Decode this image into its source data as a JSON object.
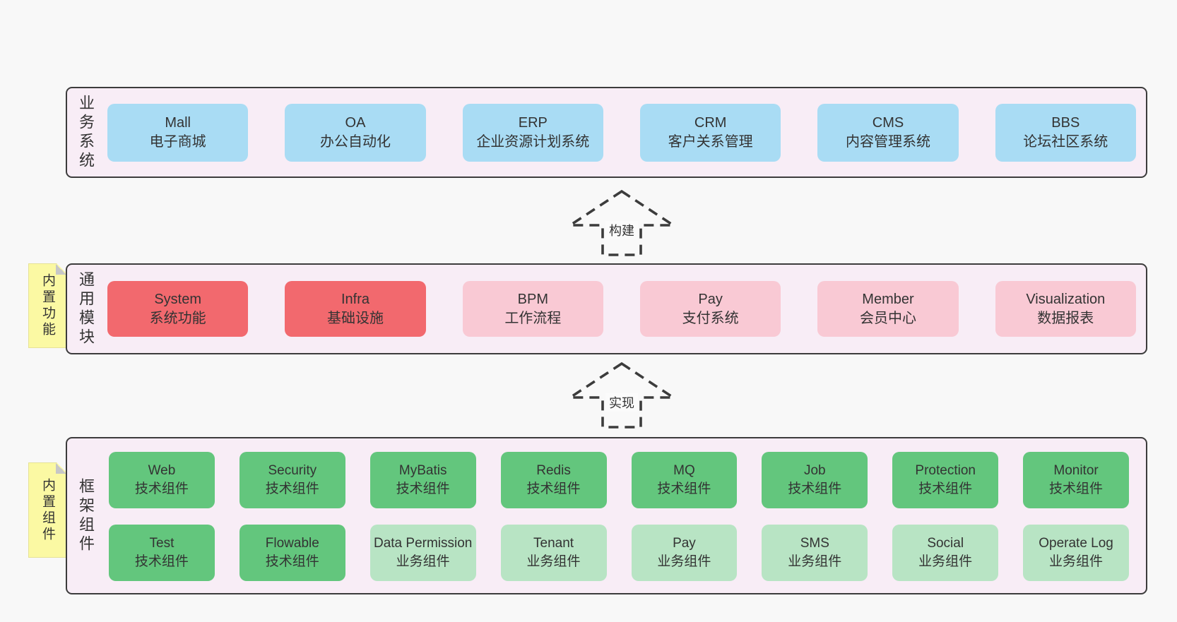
{
  "colors": {
    "blue": "#a9dcf4",
    "red": "#f2696e",
    "pink": "#f9c9d4",
    "green": "#63c67d",
    "greenLight": "#b8e4c4",
    "panelBg": "#f8edf6",
    "stickyBg": "#fbf9a3",
    "border": "#3c3c3c",
    "pageBg": "#f8f8f8"
  },
  "panels": {
    "business": {
      "label": "业务系统",
      "boxes": [
        {
          "title": "Mall",
          "subtitle": "电子商城",
          "variant": "blue"
        },
        {
          "title": "OA",
          "subtitle": "办公自动化",
          "variant": "blue"
        },
        {
          "title": "ERP",
          "subtitle": "企业资源计划系统",
          "variant": "blue"
        },
        {
          "title": "CRM",
          "subtitle": "客户关系管理",
          "variant": "blue"
        },
        {
          "title": "CMS",
          "subtitle": "内容管理系统",
          "variant": "blue"
        },
        {
          "title": "BBS",
          "subtitle": "论坛社区系统",
          "variant": "blue"
        }
      ]
    },
    "modules": {
      "label": "通用模块",
      "sticky": "内置功能",
      "boxes": [
        {
          "title": "System",
          "subtitle": "系统功能",
          "variant": "red"
        },
        {
          "title": "Infra",
          "subtitle": "基础设施",
          "variant": "red"
        },
        {
          "title": "BPM",
          "subtitle": "工作流程",
          "variant": "pink"
        },
        {
          "title": "Pay",
          "subtitle": "支付系统",
          "variant": "pink"
        },
        {
          "title": "Member",
          "subtitle": "会员中心",
          "variant": "pink"
        },
        {
          "title": "Visualization",
          "subtitle": "数据报表",
          "variant": "pink"
        }
      ]
    },
    "components": {
      "label": "框架组件",
      "sticky": "内置组件",
      "row1": [
        {
          "title": "Web",
          "subtitle": "技术组件",
          "variant": "green"
        },
        {
          "title": "Security",
          "subtitle": "技术组件",
          "variant": "green"
        },
        {
          "title": "MyBatis",
          "subtitle": "技术组件",
          "variant": "green"
        },
        {
          "title": "Redis",
          "subtitle": "技术组件",
          "variant": "green"
        },
        {
          "title": "MQ",
          "subtitle": "技术组件",
          "variant": "green"
        },
        {
          "title": "Job",
          "subtitle": "技术组件",
          "variant": "green"
        },
        {
          "title": "Protection",
          "subtitle": "技术组件",
          "variant": "green"
        },
        {
          "title": "Monitor",
          "subtitle": "技术组件",
          "variant": "green"
        }
      ],
      "row2": [
        {
          "title": "Test",
          "subtitle": "技术组件",
          "variant": "green"
        },
        {
          "title": "Flowable",
          "subtitle": "技术组件",
          "variant": "green"
        },
        {
          "title": "Data Permission",
          "subtitle": "业务组件",
          "variant": "greenLight"
        },
        {
          "title": "Tenant",
          "subtitle": "业务组件",
          "variant": "greenLight"
        },
        {
          "title": "Pay",
          "subtitle": "业务组件",
          "variant": "greenLight"
        },
        {
          "title": "SMS",
          "subtitle": "业务组件",
          "variant": "greenLight"
        },
        {
          "title": "Social",
          "subtitle": "业务组件",
          "variant": "greenLight"
        },
        {
          "title": "Operate Log",
          "subtitle": "业务组件",
          "variant": "greenLight"
        }
      ]
    }
  },
  "arrows": {
    "build": {
      "label": "构建"
    },
    "implement": {
      "label": "实现"
    }
  }
}
